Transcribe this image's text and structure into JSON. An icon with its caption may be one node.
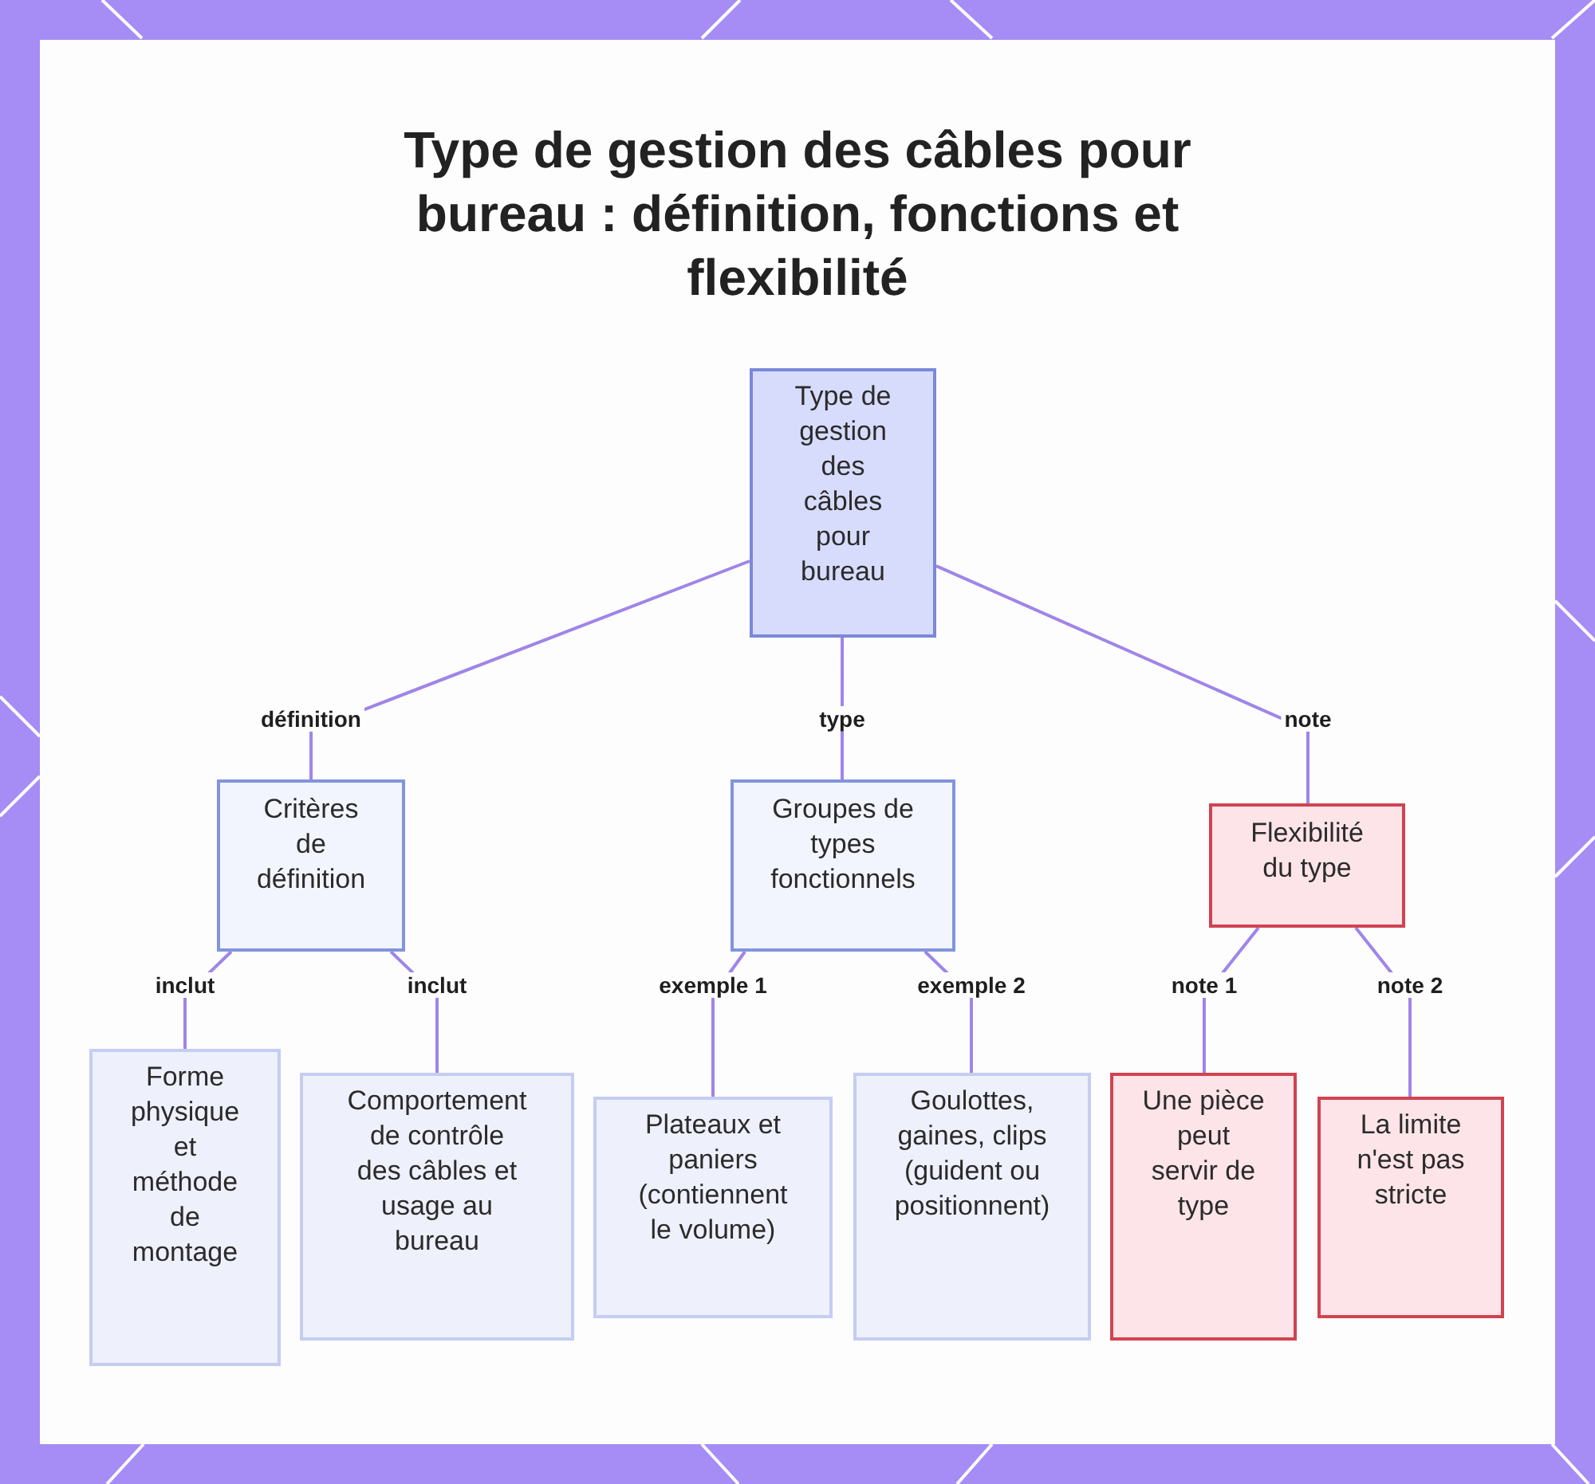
{
  "diagram": {
    "title": "Type de gestion des câbles pour bureau : définition, fonctions et flexibilité",
    "nodes": [
      {
        "text": [
          "Type de gestion des câbles pour bureau"
        ]
      },
      {
        "text": [
          "Critères de définition"
        ]
      },
      {
        "text": [
          "Groupes de types fonctionnels"
        ]
      },
      {
        "text": [
          "Flexibilité du type"
        ]
      },
      {
        "text": [
          "Forme physique et méthode de montage"
        ]
      },
      {
        "text": [
          "Comportement de contrôle des câbles et usage au bureau"
        ]
      },
      {
        "text": [
          "Plateaux et paniers (contiennent le volume)"
        ]
      },
      {
        "text": [
          "Goulottes, gaines, clips (guident ou positionnent)"
        ]
      },
      {
        "text": [
          "Une pièce peut servir de type"
        ]
      },
      {
        "text": [
          "La limite n'est pas stricte"
        ]
      }
    ],
    "edges": [
      {
        "from": 0,
        "to": 1,
        "arrow": "none",
        "label": "définition"
      },
      {
        "from": 0,
        "to": 2,
        "arrow": "none",
        "label": "type"
      },
      {
        "from": 0,
        "to": 3,
        "arrow": "none",
        "label": "note"
      },
      {
        "from": 1,
        "to": 4,
        "arrow": "none",
        "label": "inclut"
      },
      {
        "from": 1,
        "to": 5,
        "arrow": "none",
        "label": "inclut"
      },
      {
        "from": 2,
        "to": 6,
        "arrow": "none",
        "label": "exemple 1"
      },
      {
        "from": 2,
        "to": 7,
        "arrow": "none",
        "label": "exemple 2"
      },
      {
        "from": 3,
        "to": 8,
        "arrow": "none",
        "label": "note 1"
      },
      {
        "from": 3,
        "to": 9,
        "arrow": "none",
        "label": "note 2"
      }
    ]
  }
}
